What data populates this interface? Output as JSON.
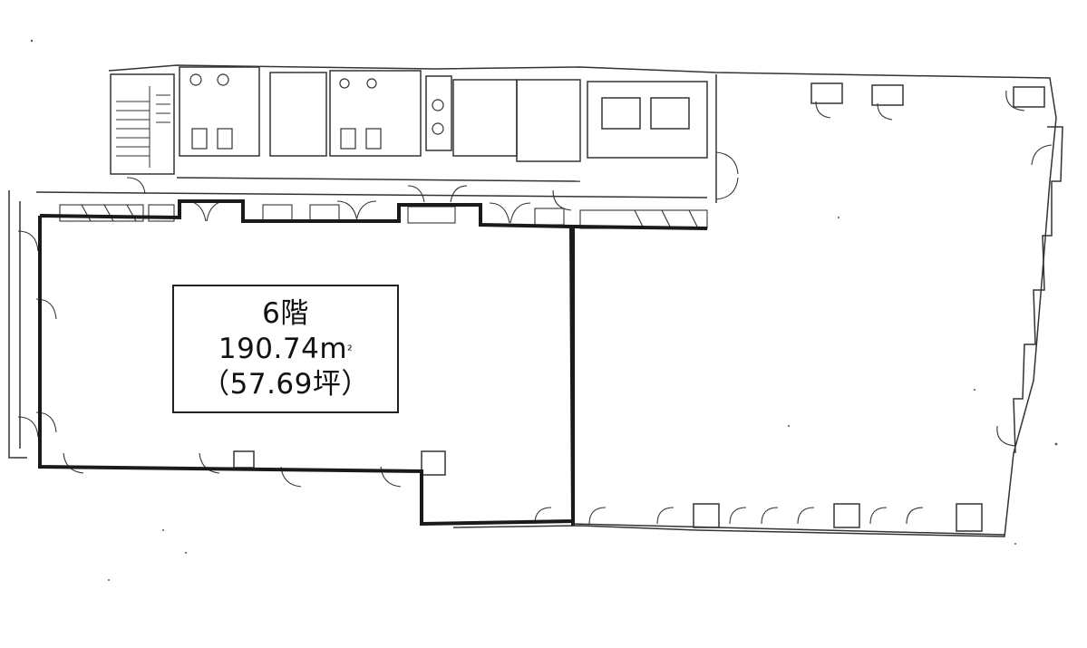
{
  "floor_label": {
    "floor": "6階",
    "area_value": "190.74m",
    "area_unit_superscript": "²",
    "tsubo": "（57.69坪）"
  },
  "colors": {
    "wall_thick": "#1a1a1a",
    "wall_thin": "#333333",
    "background": "#ffffff"
  }
}
